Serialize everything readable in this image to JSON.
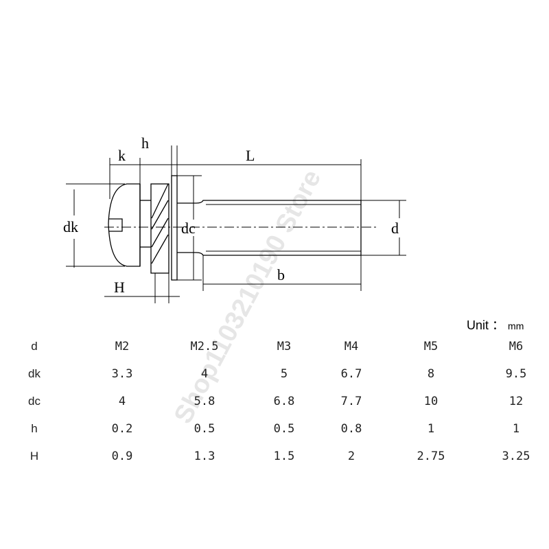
{
  "diagram": {
    "labels": {
      "k": "k",
      "h": "h",
      "L": "L",
      "dk": "dk",
      "dc": "dc",
      "d": "d",
      "b": "b",
      "H": "H"
    },
    "watermark": "Shop1103210190 Store"
  },
  "unit": {
    "prefix": "Unit",
    "separator": "：",
    "value": "mm"
  },
  "table": {
    "rows": [
      {
        "label": "d",
        "values": [
          "M2",
          "M2.5",
          "M3",
          "M4",
          "M5",
          "M6"
        ]
      },
      {
        "label": "dk",
        "values": [
          "3.3",
          "4",
          "5",
          "6.7",
          "8",
          "9.5"
        ]
      },
      {
        "label": "dc",
        "values": [
          "4",
          "5.8",
          "6.8",
          "7.7",
          "10",
          "12"
        ]
      },
      {
        "label": "h",
        "values": [
          "0.2",
          "0.5",
          "0.5",
          "0.8",
          "1",
          "1"
        ]
      },
      {
        "label": "H",
        "values": [
          "0.9",
          "1.3",
          "1.5",
          "2",
          "2.75",
          "3.25"
        ]
      }
    ]
  }
}
